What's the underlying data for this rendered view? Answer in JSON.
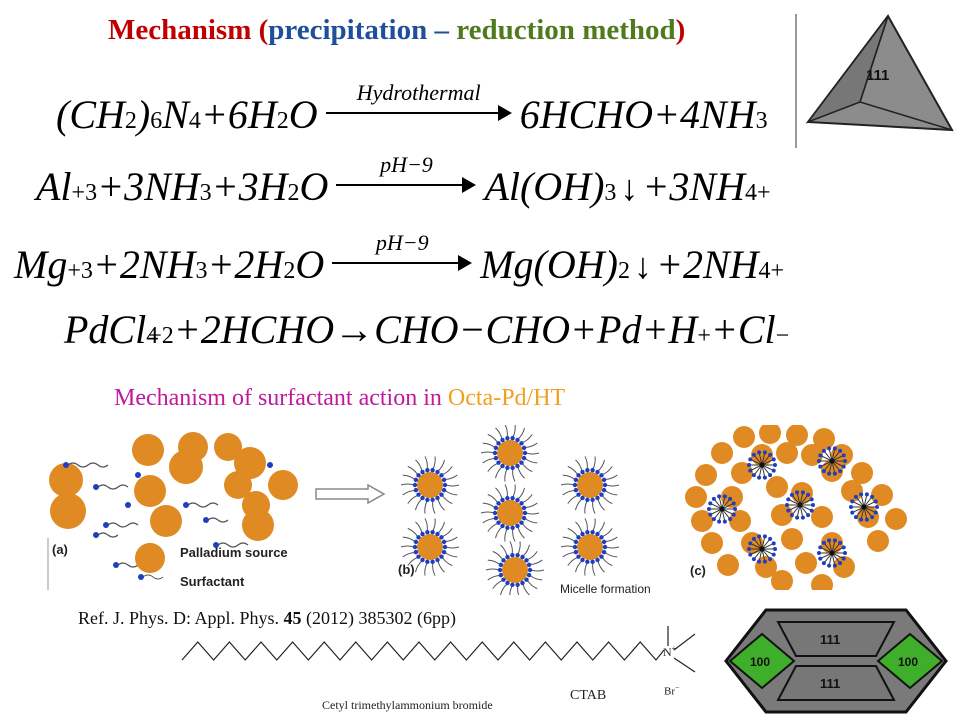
{
  "title": {
    "part1": "Mechanism (",
    "part2": "precipitation – ",
    "part3": "reduction method",
    "part4": ")"
  },
  "equations": {
    "eq1": {
      "lhs_a": "(CH",
      "lhs_a_sub": "2",
      "lhs_a_close": ")",
      "lhs_a_sub2": "6",
      "lhs_a_n": "N",
      "lhs_a_n_sub": "4",
      "lhs_b": "+6H",
      "lhs_b_sub": "2",
      "lhs_b_o": "O",
      "arrow_label": "Hydrothermal",
      "rhs": "6HCHO+4NH",
      "rhs_sub": "3"
    },
    "eq2": {
      "lhs_a": "Al",
      "lhs_a_sup": "+3",
      "lhs_b": "+3NH",
      "lhs_b_sub": "3",
      "lhs_c": "+3H",
      "lhs_c_sub": "2",
      "lhs_c_o": "O",
      "arrow_label": "pH−9",
      "rhs_a": "Al(OH",
      "rhs_a_close": ")",
      "rhs_a_sub": "3",
      "down": "↓",
      "rhs_b": "+3NH",
      "rhs_b_sub": "4",
      "rhs_b_sup": "+"
    },
    "eq3": {
      "lhs_a": "Mg",
      "lhs_a_sup": "+3",
      "lhs_b": "+2NH",
      "lhs_b_sub": "3",
      "lhs_c": "+2H",
      "lhs_c_sub": "2",
      "lhs_c_o": "O",
      "arrow_label": "pH−9",
      "rhs_a": "Mg(OH",
      "rhs_a_close": ")",
      "rhs_a_sub": "2",
      "down": "↓",
      "rhs_b": "+2NH",
      "rhs_b_sub": "4",
      "rhs_b_sup": "+"
    },
    "eq4": {
      "a": "PdCl",
      "a_sub": "4",
      "a_sup": "−2",
      "b": "+2HCHO→CHO−CHO+Pd+H",
      "b_sup": "+",
      "c": "+Cl",
      "c_sup": "−"
    }
  },
  "surfactant": {
    "title_a": "Mechanism of surfactant action in ",
    "title_b": "Octa-Pd/HT",
    "panel_a": "(a)",
    "legend_pd": "Palladium source",
    "legend_surf": "Surfactant",
    "panel_b": "(b)",
    "micelle": "Micelle formation",
    "panel_c": "(c)"
  },
  "reference": {
    "pre": "Ref. J. Phys. D: Appl. Phys. ",
    "vol": "45",
    "post": " (2012) 385302 (6pp)"
  },
  "ctab": {
    "n": "N",
    "n_sup": "+",
    "br": "Br",
    "br_sup": "−",
    "label": "CTAB",
    "name": "Cetyl trimethylammonium bromide"
  },
  "crystals": {
    "tetra_face": "111",
    "octa_top": "111",
    "octa_bottom": "111",
    "octa_left": "100",
    "octa_right": "100"
  },
  "colors": {
    "orange": "#e08a24",
    "blue_head": "#1f3fbf",
    "magenta": "#c0199c",
    "gold": "#f0a020",
    "crystal_gray": "#8c8c8c",
    "crystal_green": "#3fae2a"
  }
}
